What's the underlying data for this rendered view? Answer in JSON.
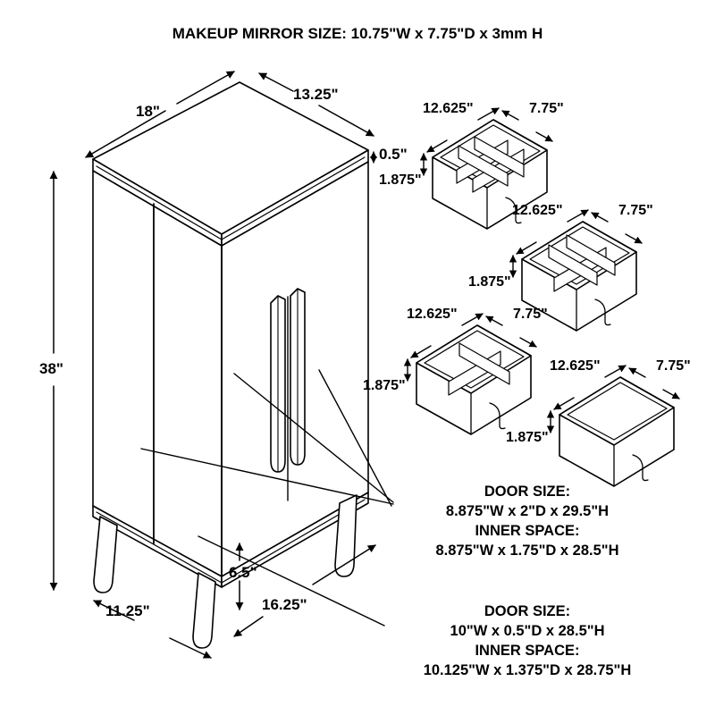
{
  "title": "MAKEUP MIRROR SIZE: 10.75\"W x 7.75\"D x 3mm H",
  "colors": {
    "line": "#000000",
    "background": "#ffffff",
    "text": "#000000"
  },
  "cabinet": {
    "name": "makeup-mirror-cabinet",
    "dimensions": {
      "width_top": "18\"",
      "depth_top": "13.25\"",
      "top_thickness": "0.5\"",
      "height": "38\"",
      "base_depth": "11.25\"",
      "leg_height": "6.5\"",
      "base_width": "16.25\""
    }
  },
  "drawers": [
    {
      "name": "drawer-1",
      "width": "12.625\"",
      "depth": "7.75\"",
      "height": "1.875\"",
      "dividers": "grid-3x3"
    },
    {
      "name": "drawer-2",
      "width": "12.625\"",
      "depth": "7.75\"",
      "height": "1.875\"",
      "dividers": "grid-2x3"
    },
    {
      "name": "drawer-3",
      "width": "12.625\"",
      "depth": "7.75\"",
      "height": "1.875\"",
      "dividers": "grid-2x2"
    },
    {
      "name": "drawer-4",
      "width": "12.625\"",
      "depth": "7.75\"",
      "height": "1.875\"",
      "dividers": "none"
    }
  ],
  "specs": [
    {
      "name": "door-spec-upper",
      "line1": "DOOR SIZE:",
      "line2": "8.875\"W x 2\"D x 29.5\"H",
      "line3": "INNER SPACE:",
      "line4": "8.875\"W x 1.75\"D x 28.5\"H"
    },
    {
      "name": "door-spec-lower",
      "line1": "DOOR SIZE:",
      "line2": "10\"W x 0.5\"D x 28.5\"H",
      "line3": "INNER SPACE:",
      "line4": "10.125\"W x 1.375\"D x 28.75\"H"
    }
  ]
}
